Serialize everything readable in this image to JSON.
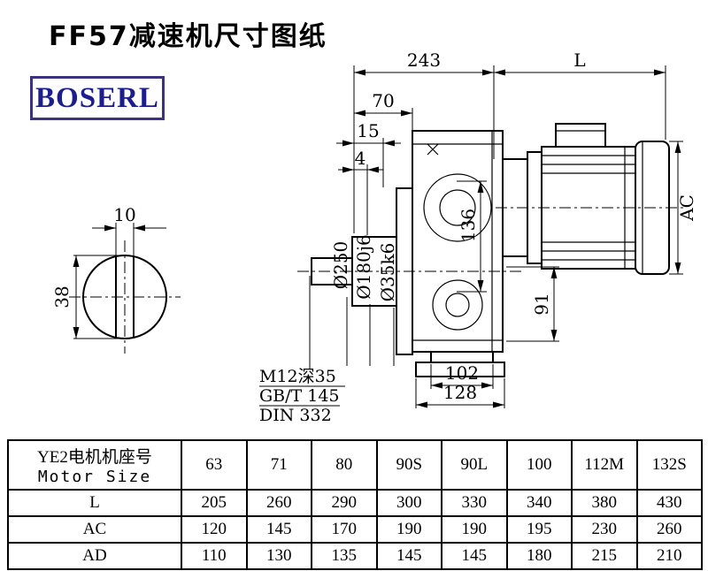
{
  "page": {
    "title": "FF57减速机尺寸图纸",
    "logo": "BOSERL"
  },
  "colors": {
    "logo_border": "#3a3181",
    "logo_text": "#1c1e8e",
    "line": "#000000"
  },
  "drawing": {
    "dims": {
      "top_width": "243",
      "motor_length": "L",
      "d70": "70",
      "d15": "15",
      "d4": "4",
      "ac": "AC",
      "key_width": "10",
      "key_height": "38",
      "d136": "136",
      "d91": "91",
      "d102": "102",
      "d128": "128",
      "flange_dia": "Ø250",
      "spigot_dia": "Ø180j6",
      "shaft_dia": "Ø35k6"
    },
    "notes": [
      "M12深35",
      "GB/T 145",
      "DIN 332"
    ]
  },
  "table": {
    "header_cn": "YE2电机机座号",
    "header_en": "Motor Size",
    "columns": [
      "63",
      "71",
      "80",
      "90S",
      "90L",
      "100",
      "112M",
      "132S"
    ],
    "rows": [
      {
        "label": "L",
        "values": [
          "205",
          "260",
          "290",
          "300",
          "330",
          "340",
          "380",
          "430"
        ]
      },
      {
        "label": "AC",
        "values": [
          "120",
          "145",
          "170",
          "190",
          "190",
          "195",
          "230",
          "260"
        ]
      },
      {
        "label": "AD",
        "values": [
          "110",
          "130",
          "135",
          "145",
          "145",
          "180",
          "215",
          "210"
        ]
      }
    ]
  }
}
